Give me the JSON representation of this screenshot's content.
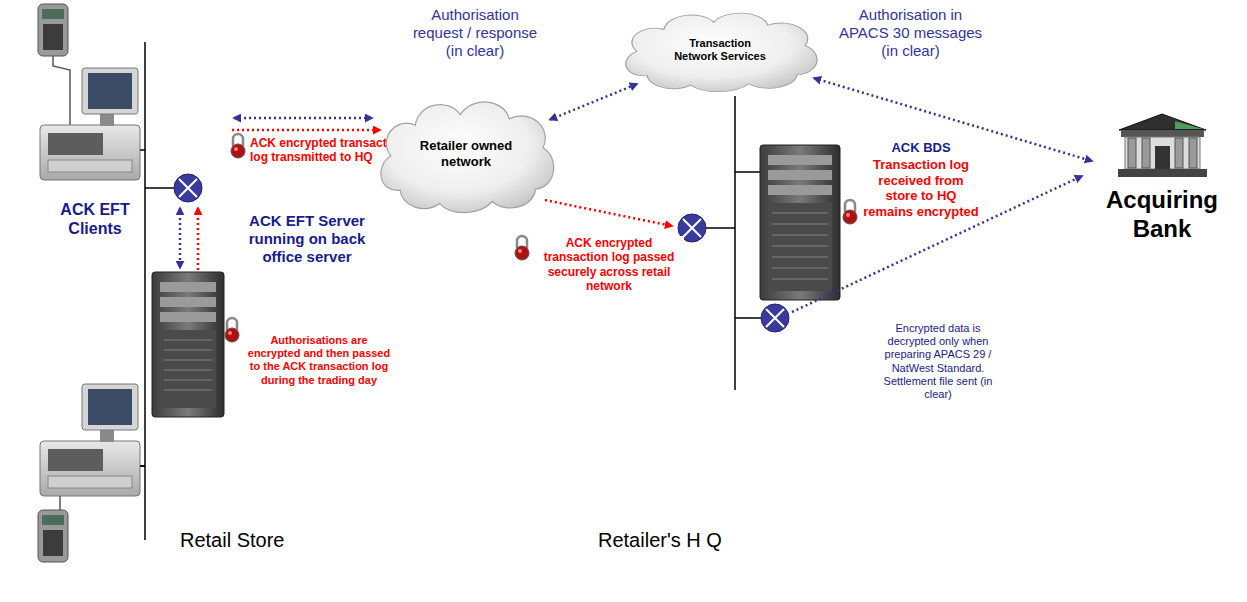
{
  "diagram": {
    "nodes": [
      {
        "text": [
          "Retailer owned network"
        ]
      },
      {
        "text": [
          "Transaction Network Services"
        ]
      },
      {
        "text": [
          "Acquiring Bank"
        ]
      }
    ],
    "edges": [
      {
        "from": 0,
        "to": 1,
        "arrow": "both"
      },
      {
        "from": 1,
        "to": 2,
        "arrow": "both"
      }
    ],
    "labels": [
      "Authorisation request / response (in clear)",
      "Authorisation in APACS 30 messages (in clear)",
      "ACK EFT Clients",
      "ACK encrypted transaction log transmitted to HQ",
      "ACK EFT Server running on back office server",
      "Authorisations are encrypted and then passed to the ACK transaction log during the trading day",
      "ACK encrypted transaction log passed securely across retail network",
      "ACK BDS",
      "Transaction log received from store to HQ remains encrypted",
      "Encrypted data is decrypted only when preparing APACS 29 / NatWest Standard. Settlement file sent (in clear)",
      "Retail Store",
      "Retailer's H Q"
    ]
  }
}
